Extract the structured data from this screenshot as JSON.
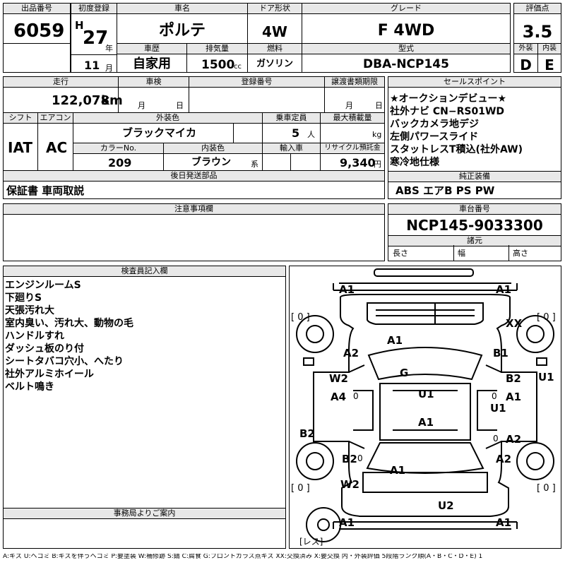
{
  "header": {
    "lot_no_label": "出品番号",
    "lot_no": "6059",
    "first_reg_label": "初度登録",
    "era": "H",
    "year": "27",
    "year_unit": "年",
    "month": "11",
    "month_unit": "月",
    "car_name_label": "車名",
    "car_name": "ポルテ",
    "doors_label": "ドア形状",
    "doors": "4W",
    "grade_label": "グレード",
    "grade": "F 4WD",
    "score_label": "評価点",
    "score": "3.5",
    "history_label": "車歴",
    "history": "自家用",
    "displacement_label": "排気量",
    "displacement": "1500",
    "displacement_unit": "cc",
    "fuel_label": "燃料",
    "fuel": "ガソリン",
    "model_label": "型式",
    "model": "DBA-NCP145",
    "exterior_label": "外装",
    "exterior": "D",
    "interior_label": "内装",
    "interior": "E"
  },
  "row2": {
    "mileage_label": "走行",
    "mileage": "122,078",
    "mileage_unit": "km",
    "inspection_label": "車検",
    "insp_month": "月",
    "insp_day": "日",
    "regno_label": "登録番号",
    "transfer_label": "譲渡書類期限",
    "transfer_month": "月",
    "transfer_day": "日",
    "shift_label": "シフト",
    "shift": "IAT",
    "ac_label": "エアコン",
    "ac": "AC",
    "color_label": "外装色",
    "color": "ブラックマイカ",
    "capacity_label": "乗車定員",
    "capacity": "5",
    "capacity_unit": "人",
    "load_label": "最大積載量",
    "load_unit": "kg",
    "colorno_label": "カラーNo.",
    "colorno": "209",
    "intcolor_label": "内装色",
    "intcolor": "ブラウン",
    "intcolor_unit": "系",
    "import_label": "輸入車",
    "recycle_label": "リサイクル預託金",
    "recycle": "9,340",
    "recycle_unit": "円",
    "later_label": "後日発送部品",
    "later": "保証書 車両取説"
  },
  "sales": {
    "label": "セールスポイント",
    "lines": [
      "★オークションデビュー★",
      "社外ナビ CN−RS01WD",
      "バックカメラ地デジ",
      "左側パワースライド",
      "スタットレスT積込(社外AW)",
      "寒冷地仕様"
    ],
    "equip_label": "純正装備",
    "equip": "ABS エアB PS PW"
  },
  "caution": {
    "label": "注意事項欄"
  },
  "chassis": {
    "label": "車台番号",
    "value": "NCP145-9033300",
    "specs_label": "諸元",
    "length": "長さ",
    "width": "幅",
    "height": "高さ"
  },
  "inspector": {
    "label": "検査員記入欄",
    "lines": [
      "エンジンルームS",
      "下廻りS",
      "天張汚れ大",
      "室内臭い、汚れ大、動物の毛",
      "ハンドルすれ",
      "ダッシュ板のり付",
      "シートタバコ穴小、へたり",
      "社外アルミホイール",
      "ベルト鳴き"
    ]
  },
  "office": {
    "label": "事務局よりご案内"
  },
  "diagram": {
    "front_left": "A1",
    "front_right": "A1",
    "tire_fl": "[ 0 ]",
    "tire_fr": "[ 0 ]",
    "tire_rl": "[ 0 ]",
    "tire_rr": "[ 0 ]",
    "xx": "XX",
    "hood": "A1",
    "fender_l": "A2",
    "fender_r": "B1",
    "windshield": "G",
    "door_fl": "W2",
    "door_fl2": "A4",
    "door_fr": "B2",
    "door_fr2": "A1",
    "roof_u1": "U1",
    "pillar_r": "U1",
    "rocker_r": "U1",
    "roof": "A1",
    "qtr_l": "B2",
    "rear_l": "B2",
    "rear_l2": "W2",
    "rear_r": "A2",
    "rear_r2": "A2",
    "trunk": "A1",
    "bumper_u2": "U2",
    "rear_left": "A1",
    "rear_right": "A1",
    "zero_a": "0",
    "zero_b": "0",
    "zero_c": "0",
    "zero_d": "0",
    "spare": "[レス]"
  },
  "legend": "A:キズ U:ヘコミ B:キズを伴うヘコミ P:要塗装 W:補修跡 S:錆 C:腐食 G:フロントガラス点キズ XX:交換済み X:要交換 内・外装評価 5段階ランク順(A・B・C・D・E) 1"
}
